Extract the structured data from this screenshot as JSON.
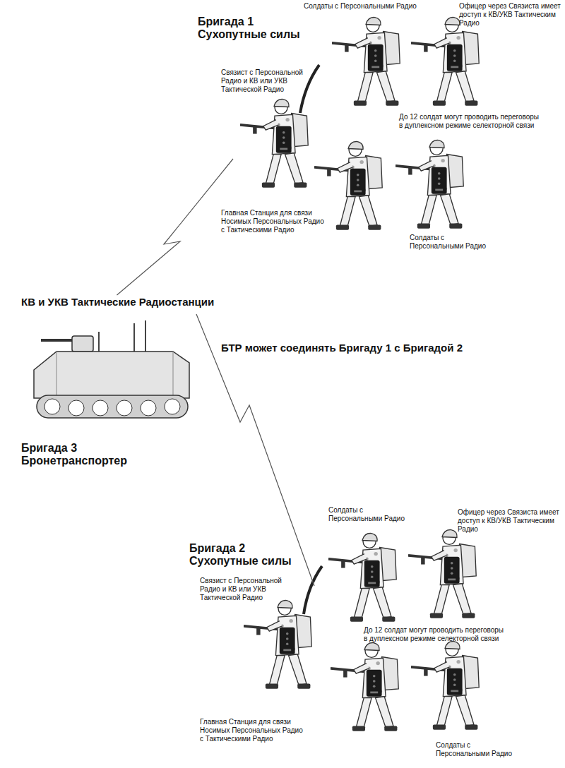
{
  "diagram": {
    "nodes": [
      {
        "text": [
          "Бригада 1 Сухопутные силы"
        ]
      },
      {
        "text": [
          "КВ и УКВ Тактические Радиостанции",
          "Бригада 3 Бронетранспортер"
        ]
      },
      {
        "text": [
          "Бригада 2 Сухопутные силы"
        ]
      }
    ],
    "edges": [
      {
        "from": 1,
        "to": 0,
        "arrow": "none"
      },
      {
        "from": 1,
        "to": 2,
        "arrow": "none"
      }
    ],
    "labels": [
      "Солдаты с Персональными Радио",
      "Офицер через Связиста имеет доступ к КВ/УКВ Тактическим Радио",
      "Связист с Персональной Радио и КВ или УКВ Тактической Радио",
      "До 12 солдат могут проводить переговоры в дуплексном режиме селекторной связи",
      "Главная Станция для связи Носимых Персональных Радио с Тактическими Радио",
      "Солдаты с Персональными Радио",
      "БТР может соединять Бригаду 1 с Бригадой 2",
      "Солдаты с Персональными Радио",
      "Офицер через Связиста имеет доступ к КВ/УКВ Тактическим Радио",
      "Связист с Персональной Радио и КВ или УКВ Тактической Радио",
      "До 12 солдат могут проводить переговоры в дуплексном режиме селекторной связи",
      "Главная Станция для связи Носимых Персональных Радио с Тактическими Радио",
      "Солдаты с Персональными Радио"
    ]
  }
}
